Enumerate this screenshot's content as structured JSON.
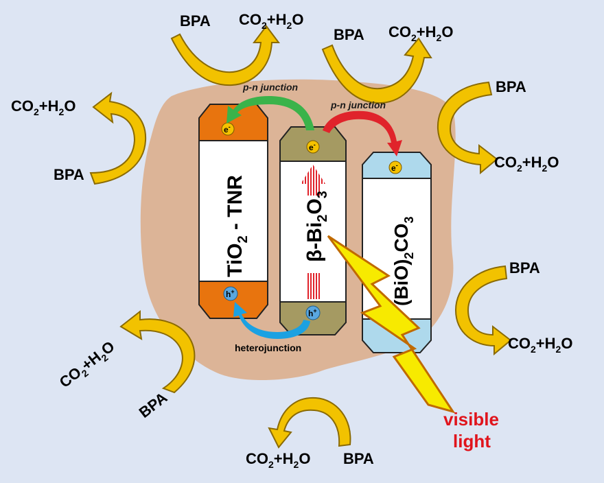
{
  "colors": {
    "background": "#dde5f3",
    "particle": "#dcb497",
    "arrow_fill": "#f2c200",
    "arrow_stroke": "#8a6a00",
    "tio2": "#e8740e",
    "bi2o3": "#a59a62",
    "bioco3": "#aed9ec",
    "green_arrow": "#3ab34a",
    "red_arrow": "#e0232b",
    "blue_arrow": "#1ba1e2",
    "lightning": "#f7ea00",
    "visible_light_text": "#e0141c"
  },
  "materials": {
    "tio2": {
      "main": "TiO",
      "sub": "2",
      "rest": " - TNR"
    },
    "bi2o3": {
      "pre": "β-Bi",
      "sub1": "2",
      "mid": "O",
      "sub2": "3"
    },
    "bioco3": {
      "pre": "(BiO)",
      "sub1": "2",
      "mid": "CO",
      "sub2": "3"
    }
  },
  "carriers": {
    "electron": "e",
    "electron_sup": "-",
    "hole": "h",
    "hole_sup": "+"
  },
  "junctions": {
    "pn1": "p-n junction",
    "pn2": "p-n junction",
    "hetero": "heterojunction"
  },
  "light": {
    "line1": "visible",
    "line2": "light"
  },
  "reactant": "BPA",
  "product": {
    "a": "CO",
    "a_sub": "2",
    "b": "+H",
    "b_sub": "2",
    "c": "O"
  },
  "reactions": [
    {
      "id": "top-left"
    },
    {
      "id": "top-center"
    },
    {
      "id": "left"
    },
    {
      "id": "right-top"
    },
    {
      "id": "right-bottom"
    },
    {
      "id": "bottom-left"
    },
    {
      "id": "bottom-center"
    }
  ]
}
